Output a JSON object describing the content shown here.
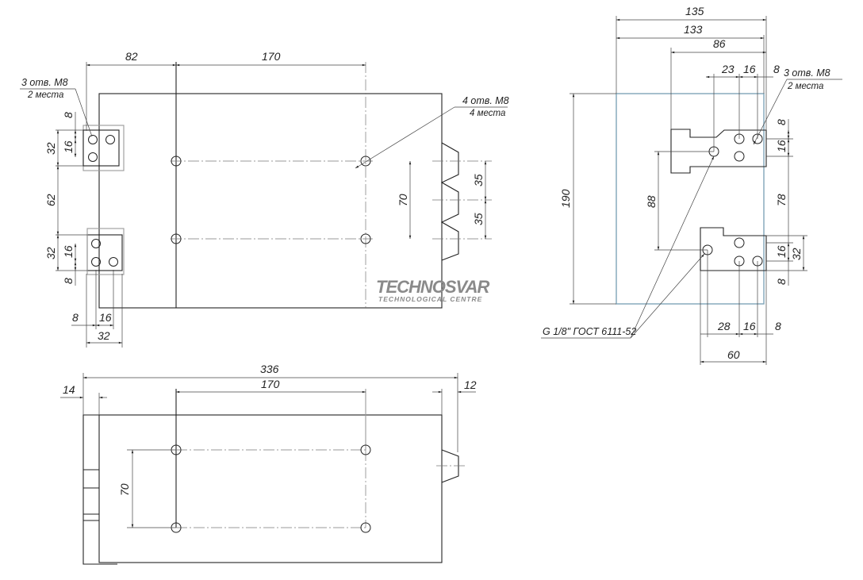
{
  "front_view": {
    "dims": {
      "d82": "82",
      "d170": "170",
      "d8a": "8",
      "d32a": "32",
      "d16a": "16",
      "d62": "62",
      "d32b": "32",
      "d16b": "16",
      "d8b": "8",
      "d8c": "8",
      "d16c": "16",
      "d32c": "32",
      "d70": "70",
      "d35a": "35",
      "d35b": "35"
    },
    "note_left": {
      "line1": "3 отв. M8",
      "line2": "2 места"
    },
    "note_right": {
      "line1": "4 отв. M8",
      "line2": "4 места"
    }
  },
  "logo": {
    "name": "TECHNOSVAR",
    "sub": "TECHNOLOGICAL CENTRE"
  },
  "side_view": {
    "dims": {
      "d135": "135",
      "d133": "133",
      "d86": "86",
      "d23": "23",
      "d16a": "16",
      "d8a": "8",
      "d190": "190",
      "d88": "88",
      "d8b": "8",
      "d16b": "16",
      "d78": "78",
      "d16c": "16",
      "d32": "32",
      "d8c": "8",
      "d28": "28",
      "d16d": "16",
      "d8d": "8",
      "d60": "60"
    },
    "note_holes": {
      "line1": "3 отв. M8",
      "line2": "2 места"
    },
    "note_thread": "G 1/8\" ГОСТ 6111-52"
  },
  "top_view": {
    "dims": {
      "d336": "336",
      "d170": "170",
      "d14": "14",
      "d12": "12",
      "d70": "70"
    }
  }
}
